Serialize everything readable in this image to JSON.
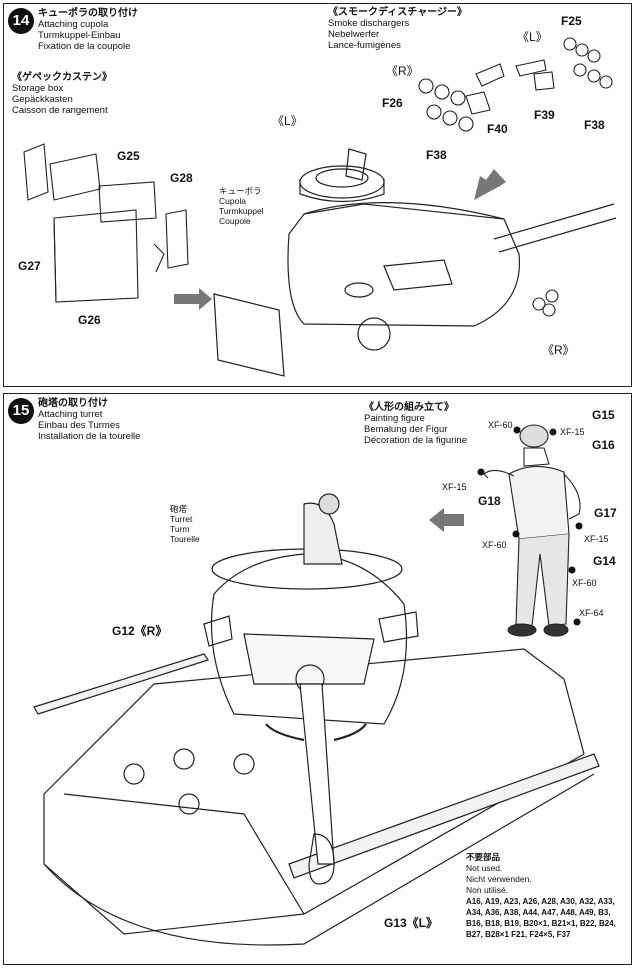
{
  "step14": {
    "number": "14",
    "title_jp": "キューポラの取り付け",
    "title_en": "Attaching cupola",
    "title_de": "Turmkuppel-Einbau",
    "title_fr": "Fixation de la coupole",
    "smoke": {
      "jp": "《スモークディスチャージー》",
      "en": "Smoke dischargers",
      "de": "Nebelwerfer",
      "fr": "Lance-fumigènes"
    },
    "storage": {
      "jp": "《ゲペックカステン》",
      "en": "Storage box",
      "de": "Gepäckkasten",
      "fr": "Caisson de rangement"
    },
    "cupola": {
      "jp": "キューポラ",
      "en": "Cupola",
      "de": "Turmkuppel",
      "fr": "Coupole"
    },
    "parts": {
      "F25": "F25",
      "F39": "F39",
      "F38_right": "F38",
      "F26": "F26",
      "F40": "F40",
      "F38_left": "F38",
      "G25": "G25",
      "G28": "G28",
      "G27": "G27",
      "G26": "G26",
      "L_top": "《L》",
      "R_top": "《R》",
      "L_cupola": "《L》",
      "R_bottom": "《R》"
    }
  },
  "step15": {
    "number": "15",
    "title_jp": "砲塔の取り付け",
    "title_en": "Attaching turret",
    "title_de": "Einbau des Turmes",
    "title_fr": "Installation de la tourelle",
    "figure": {
      "jp": "《人形の組み立て》",
      "en": "Painting figure",
      "de": "Bemalung der Figur",
      "fr": "Décoration de la figurine"
    },
    "turret": {
      "jp": "砲塔",
      "en": "Turret",
      "de": "Turm",
      "fr": "Tourelle"
    },
    "parts": {
      "G15": "G15",
      "G16": "G16",
      "G18": "G18",
      "G17": "G17",
      "G14": "G14",
      "G12": "G12《R》",
      "G13": "G13《L》"
    },
    "paints": {
      "xf60_top": "XF-60",
      "xf15_top": "XF-15",
      "xf15_left": "XF-15",
      "xf60_left": "XF-60",
      "xf15_right": "XF-15",
      "xf60_right": "XF-60",
      "xf64": "XF-64"
    },
    "not_used": {
      "jp": "不要部品",
      "en": "Not used.",
      "de": "Nicht verwenden.",
      "fr": "Non utilisé.",
      "list": "A16, A19, A23, A26, A28, A30, A32, A33, A34, A36, A38, A44, A47, A48, A49, B3, B16, B18, B19, B20×1, B21×1, B22, B24, B27, B28×1 F21, F24×5, F37"
    }
  }
}
